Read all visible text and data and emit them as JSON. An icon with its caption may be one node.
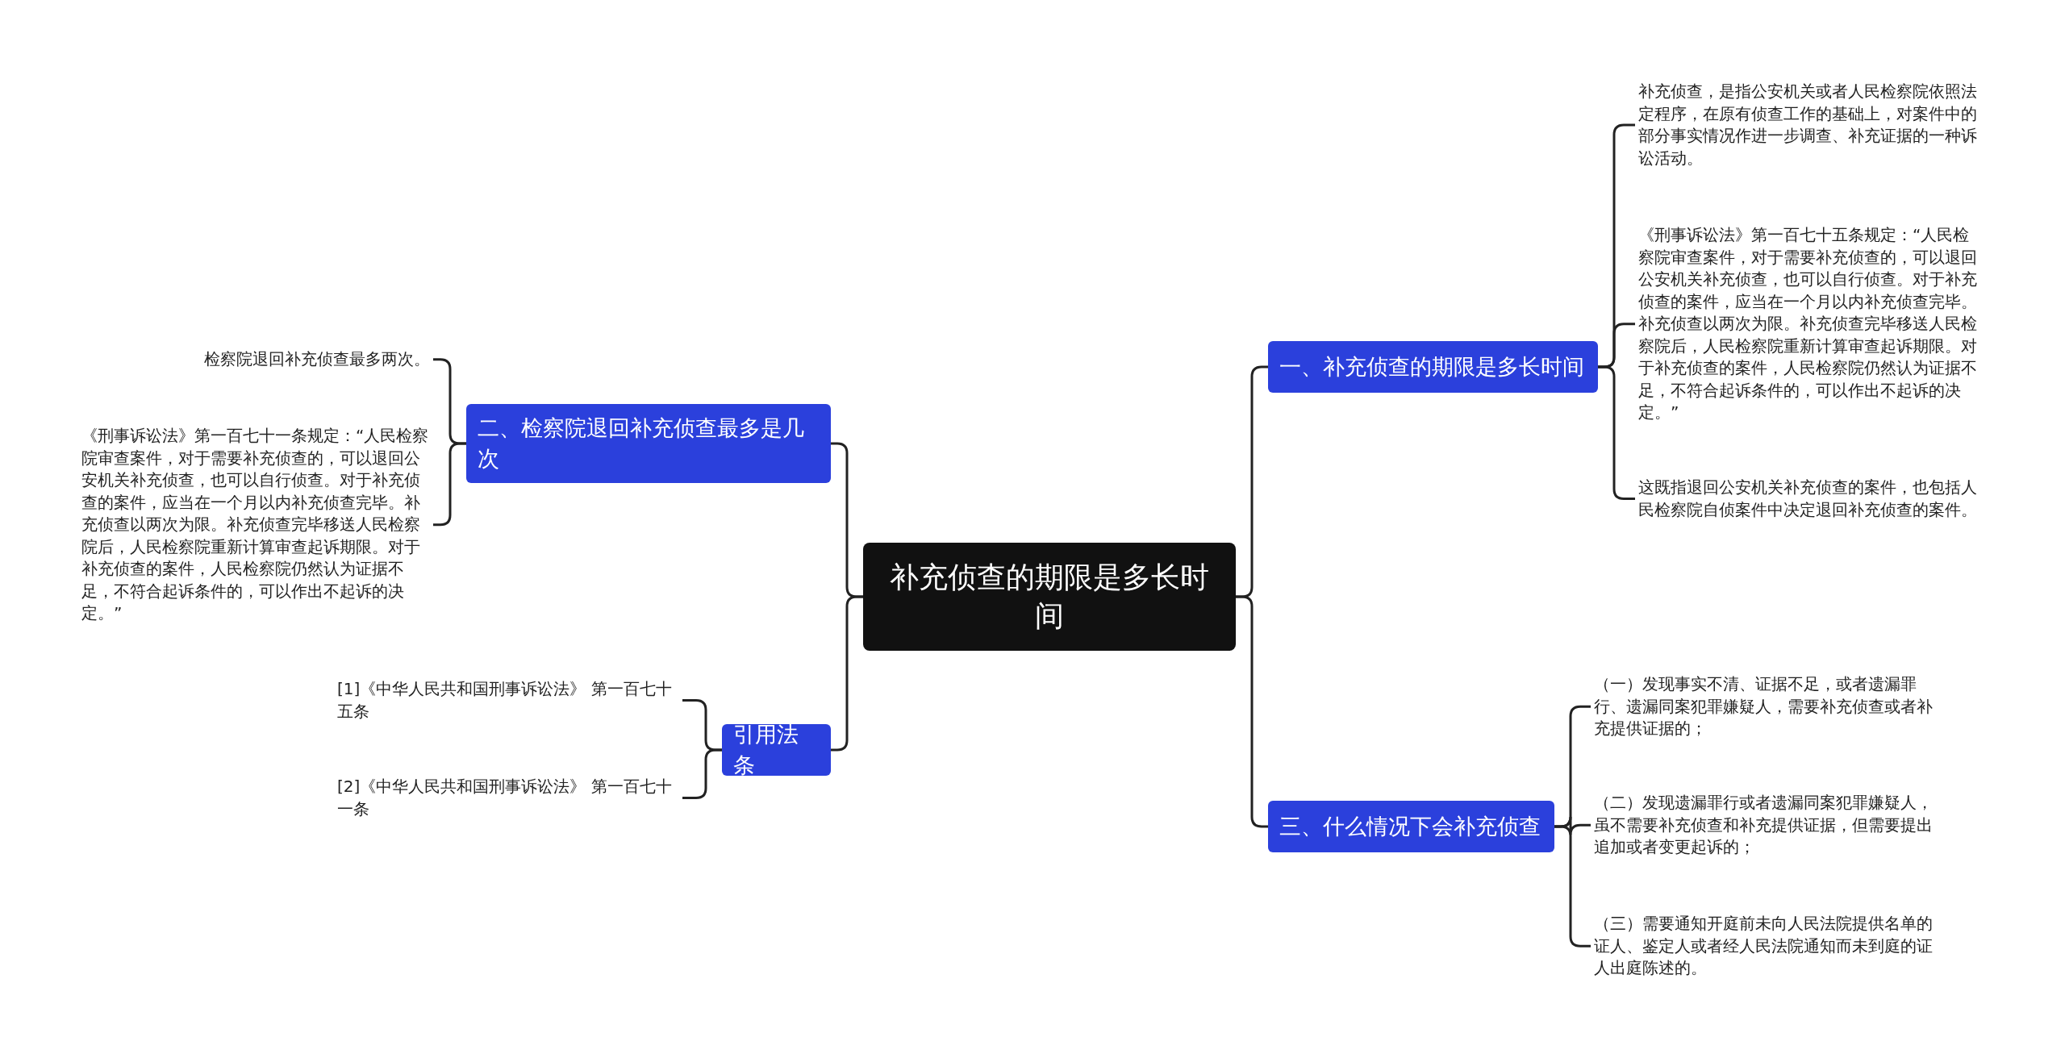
{
  "diagram": {
    "nodes": [
      {
        "text": [
          "补充侦查的期限是多长时间"
        ]
      },
      {
        "text": [
          "一、补充侦查的期限是多长时间"
        ]
      },
      {
        "text": [
          "补充侦查，是指公安机关或者人民检察院依照法定程序，在原有侦查工作的基础上，对案件中的部分事实情况作进一步调查、补充证据的一种诉讼活动。"
        ]
      },
      {
        "text": [
          "《刑事诉讼法》第一百七十五条规定：“人民检察院审查案件，对于需要补充侦查的，可以退回公安机关补充侦查，也可以自行侦查。对于补充侦查的案件，应当在一个月以内补充侦查完毕。补充侦查以两次为限。补充侦查完毕移送人民检察院后，人民检察院重新计算审查起诉期限。对于补充侦查的案件，人民检察院仍然认为证据不足，不符合起诉条件的，可以作出不起诉的决定。”"
        ]
      },
      {
        "text": [
          "这既指退回公安机关补充侦查的案件，也包括人民检察院自侦案件中决定退回补充侦查的案件。"
        ]
      },
      {
        "text": [
          "三、什么情况下会补充侦查"
        ]
      },
      {
        "text": [
          "（一）发现事实不清、证据不足，或者遗漏罪行、遗漏同案犯罪嫌疑人，需要补充侦查或者补充提供证据的；"
        ]
      },
      {
        "text": [
          "（二）发现遗漏罪行或者遗漏同案犯罪嫌疑人，虽不需要补充侦查和补充提供证据，但需要提出追加或者变更起诉的；"
        ]
      },
      {
        "text": [
          "（三）需要通知开庭前未向人民法院提供名单的证人、鉴定人或者经人民法院通知而未到庭的证人出庭陈述的。"
        ]
      },
      {
        "text": [
          "二、检察院退回补充侦查最多是几次"
        ]
      },
      {
        "text": [
          "检察院退回补充侦查最多两次。"
        ]
      },
      {
        "text": [
          "《刑事诉讼法》第一百七十一条规定：“人民检察院审查案件，对于需要补充侦查的，可以退回公安机关补充侦查，也可以自行侦查。对于补充侦查的案件，应当在一个月以内补充侦查完毕。补充侦查以两次为限。补充侦查完毕移送人民检察院后，人民检察院重新计算审查起诉期限。对于补充侦查的案件，人民检察院仍然认为证据不足，不符合起诉条件的，可以作出不起诉的决定。”"
        ]
      },
      {
        "text": [
          "引用法条"
        ]
      },
      {
        "text": [
          "[1]《中华人民共和国刑事诉讼法》 第一百七十五条"
        ]
      },
      {
        "text": [
          "[2]《中华人民共和国刑事诉讼法》 第一百七十一条"
        ]
      }
    ],
    "edges": [
      {
        "from": 0,
        "to": 1,
        "arrow": "none"
      },
      {
        "from": 1,
        "to": 2,
        "arrow": "none"
      },
      {
        "from": 1,
        "to": 3,
        "arrow": "none"
      },
      {
        "from": 1,
        "to": 4,
        "arrow": "none"
      },
      {
        "from": 0,
        "to": 5,
        "arrow": "none"
      },
      {
        "from": 5,
        "to": 6,
        "arrow": "none"
      },
      {
        "from": 5,
        "to": 7,
        "arrow": "none"
      },
      {
        "from": 5,
        "to": 8,
        "arrow": "none"
      },
      {
        "from": 0,
        "to": 9,
        "arrow": "none"
      },
      {
        "from": 9,
        "to": 10,
        "arrow": "none"
      },
      {
        "from": 9,
        "to": 11,
        "arrow": "none"
      },
      {
        "from": 0,
        "to": 12,
        "arrow": "none"
      },
      {
        "from": 12,
        "to": 13,
        "arrow": "none"
      },
      {
        "from": 12,
        "to": 14,
        "arrow": "none"
      }
    ]
  }
}
